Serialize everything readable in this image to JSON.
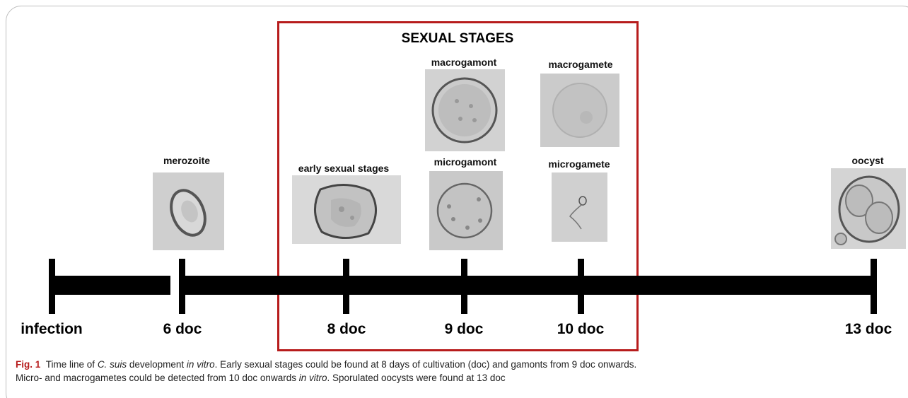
{
  "figure": {
    "section_title": "SEXUAL STAGES",
    "stages": [
      {
        "label": "merozoite"
      },
      {
        "label": "early sexual stages"
      },
      {
        "label": "macrogamont"
      },
      {
        "label": "microgamont"
      },
      {
        "label": "macrogamete"
      },
      {
        "label": "microgamete"
      },
      {
        "label": "oocyst"
      }
    ],
    "timeline": [
      "infection",
      "6 doc",
      "8 doc",
      "9 doc",
      "10 doc",
      "13 doc"
    ]
  },
  "caption": {
    "fig_label": "Fig. 1",
    "t1": "Time line of ",
    "t2": "C. suis",
    "t3": " development ",
    "t4": "in vitro",
    "t5": ". Early sexual stages could be found at 8 days of cultivation (doc) and gamonts from 9 doc onwards.",
    "t6": "Micro- and macrogametes could be detected from 10 doc onwards ",
    "t7": "in vitro",
    "t8": ". Sporulated oocysts were found at 13 doc"
  },
  "colors": {
    "frame_red": "#b71c1c",
    "bar": "#000000"
  }
}
